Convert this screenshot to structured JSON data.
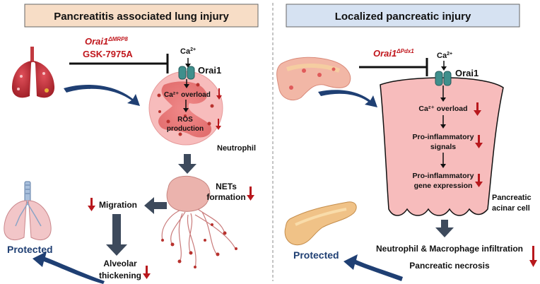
{
  "left": {
    "title": "Pancreatitis associated lung injury",
    "inhibitor_gene": "Orai1",
    "inhibitor_sup": "ΔMRP8",
    "inhibitor_drug": "GSK-7975A",
    "ca_label": "Ca",
    "ca_sup": "2+",
    "channel_label": "Orai1",
    "overload_label": "Ca²⁺ overload",
    "ros_line1": "ROS",
    "ros_line2": "production",
    "neutrophil_label": "Neutrophil",
    "nets_line1": "NETs",
    "nets_line2": "formation",
    "migration_label": "Migration",
    "alveolar_line1": "Alveolar",
    "alveolar_line2": "thickening",
    "protected_label": "Protected"
  },
  "right": {
    "title": "Localized pancreatic injury",
    "inhibitor_gene": "Orai1",
    "inhibitor_sup": "ΔPdx1",
    "ca_label": "Ca",
    "ca_sup": "2+",
    "channel_label": "Orai1",
    "step1": "Ca²⁺ overload",
    "step2_line1": "Pro-inflammatory",
    "step2_line2": "signals",
    "step3_line1": "Pro-inflammatory",
    "step3_line2": "gene expression",
    "cell_line1": "Pancreatic",
    "cell_line2": "acinar cell",
    "infiltration_label": "Neutrophil & Macrophage infiltration",
    "necrosis_label": "Pancreatic necrosis",
    "protected_label": "Protected"
  },
  "colors": {
    "left_header_bg": "#f7ddc6",
    "right_header_bg": "#d6e2f2",
    "cell_pink": "#f7bcbc",
    "channel_teal": "#3f8f8c",
    "red_text": "#c0161c",
    "dark_arrow": "#3d4a5c",
    "protected_blue": "#1f3f73"
  }
}
